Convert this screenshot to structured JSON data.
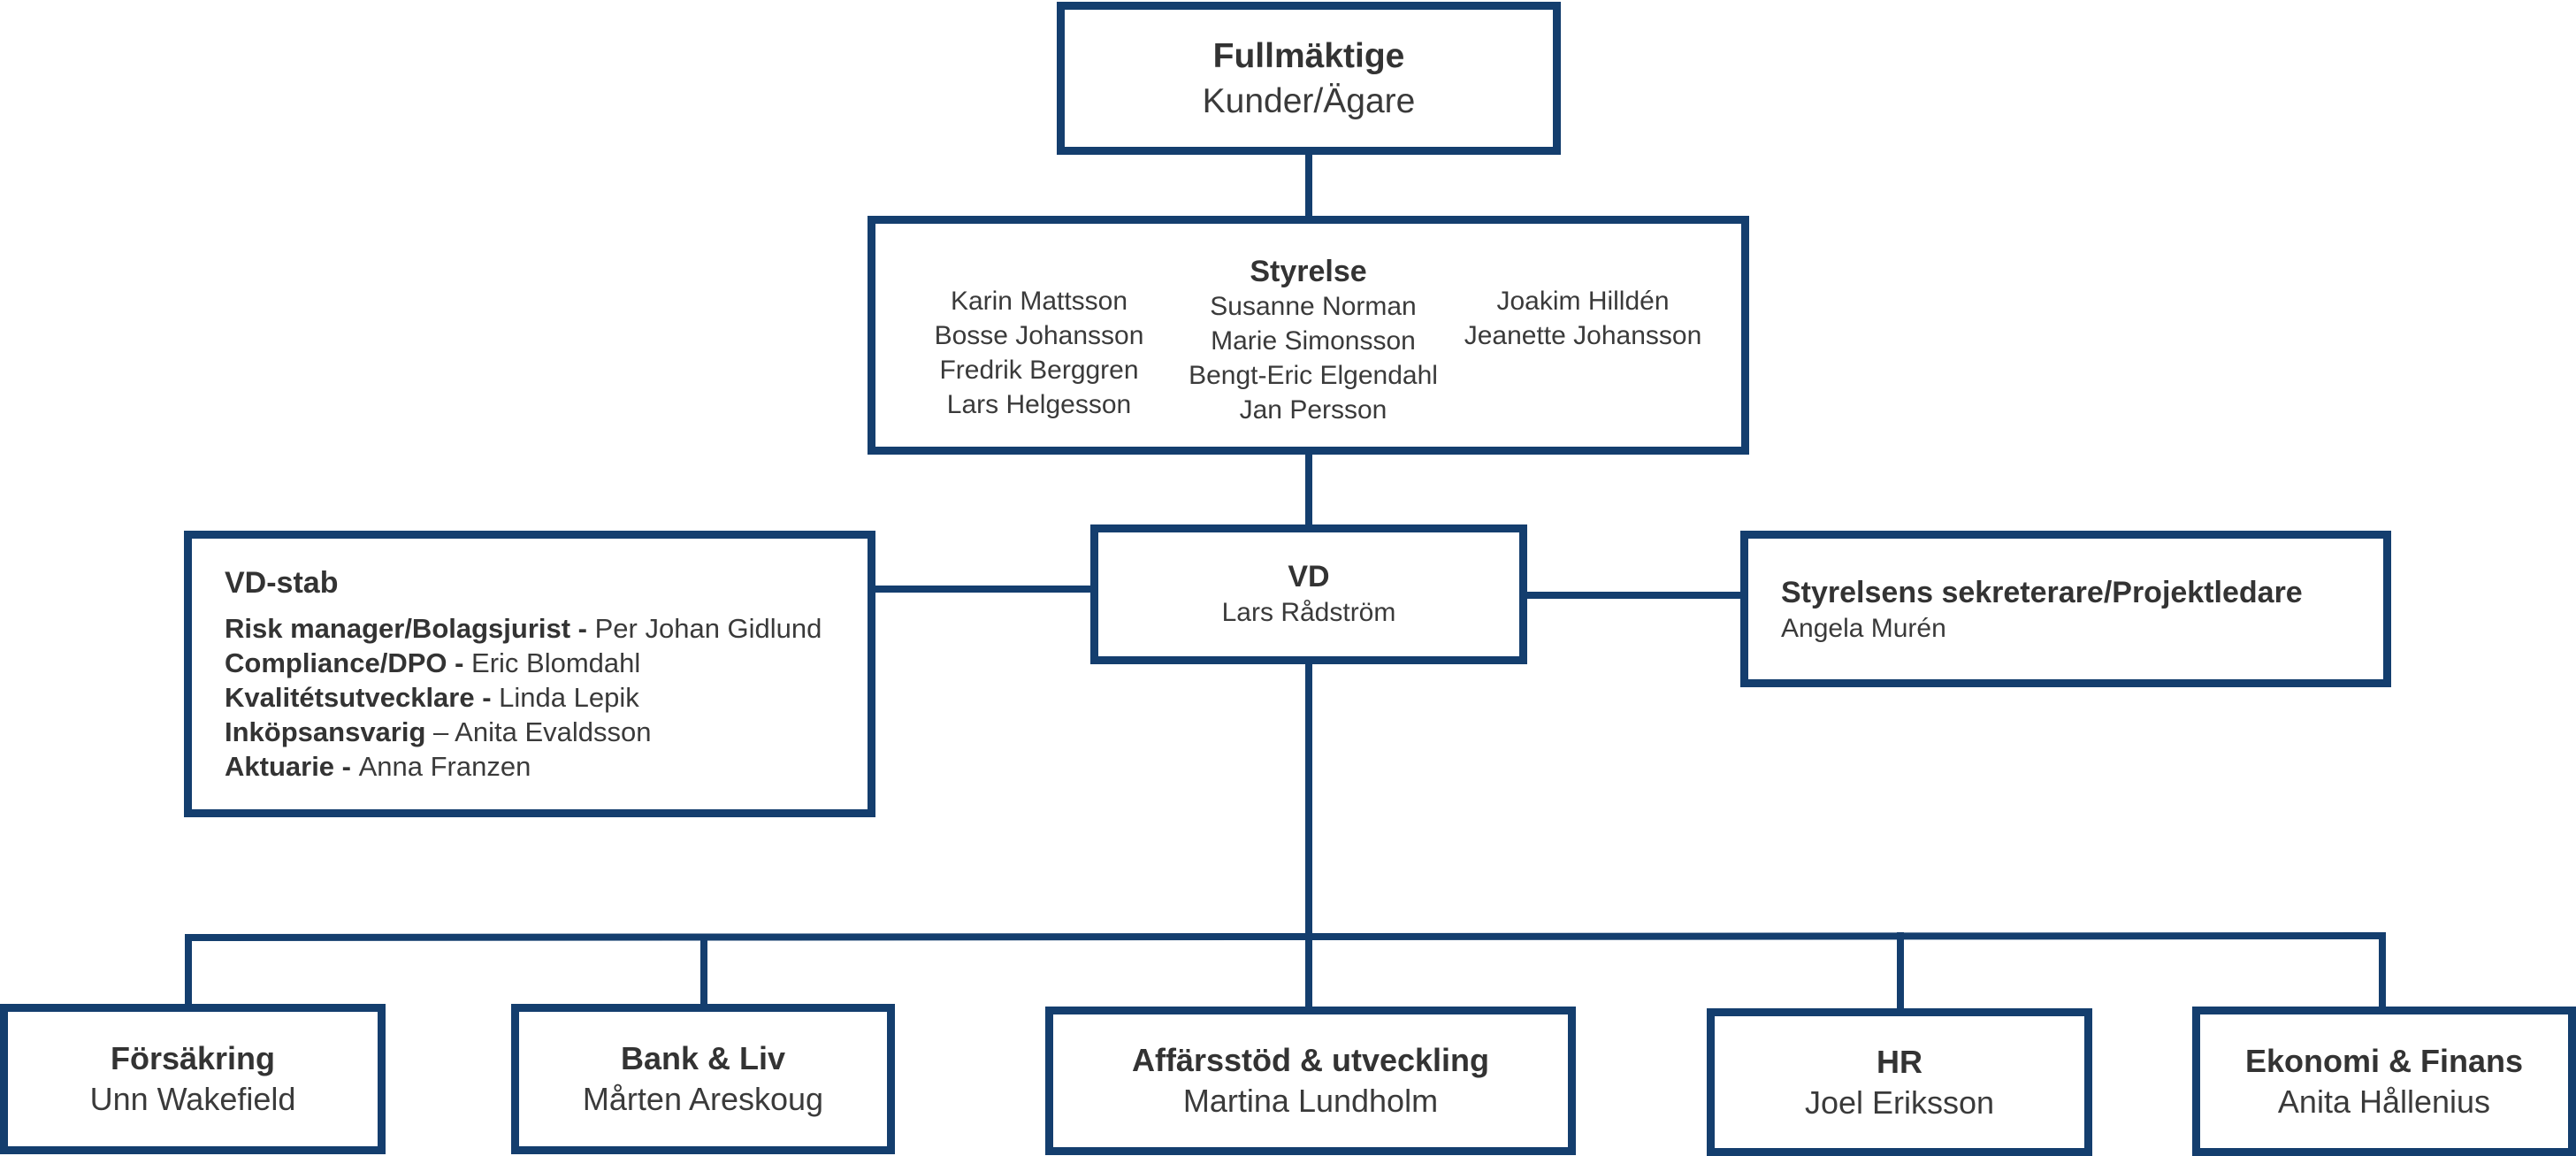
{
  "colors": {
    "border": "#143e6e",
    "text": "#3a3a3a"
  },
  "top": {
    "title": "Fullmäktige",
    "subtitle": "Kunder/Ägare"
  },
  "board": {
    "title": "Styrelse",
    "left": [
      "Karin Mattsson",
      "Bosse Johansson",
      "Fredrik Berggren",
      "Lars Helgesson"
    ],
    "middle": [
      "Susanne Norman",
      "Marie Simonsson",
      "Bengt-Eric Elgendahl",
      "Jan Persson"
    ],
    "right": [
      "Joakim Hilldén",
      "Jeanette Johansson"
    ]
  },
  "ceo": {
    "title": "VD",
    "name": "Lars Rådström"
  },
  "staff": {
    "title": "VD-stab",
    "rows": [
      {
        "role": "Risk manager/Bolagsjurist - ",
        "name": "Per Johan Gidlund"
      },
      {
        "role": "Compliance/DPO - ",
        "name": "Eric Blomdahl"
      },
      {
        "role": "Kvalitétsutvecklare - ",
        "name": "Linda Lepik"
      },
      {
        "role": "Inköpsansvarig",
        "name": " – Anita Evaldsson"
      },
      {
        "role": "Aktuarie - ",
        "name": "Anna Franzen"
      }
    ]
  },
  "secretary": {
    "title": "Styrelsens sekreterare/Projektledare",
    "name": "Angela Murén"
  },
  "departments": [
    {
      "title": "Försäkring",
      "name": "Unn Wakefield"
    },
    {
      "title": "Bank & Liv",
      "name": "Mårten Areskoug"
    },
    {
      "title": "Affärsstöd & utveckling",
      "name": "Martina Lundholm"
    },
    {
      "title": "HR",
      "name": "Joel Eriksson"
    },
    {
      "title": "Ekonomi & Finans",
      "name": "Anita Hållenius"
    }
  ]
}
